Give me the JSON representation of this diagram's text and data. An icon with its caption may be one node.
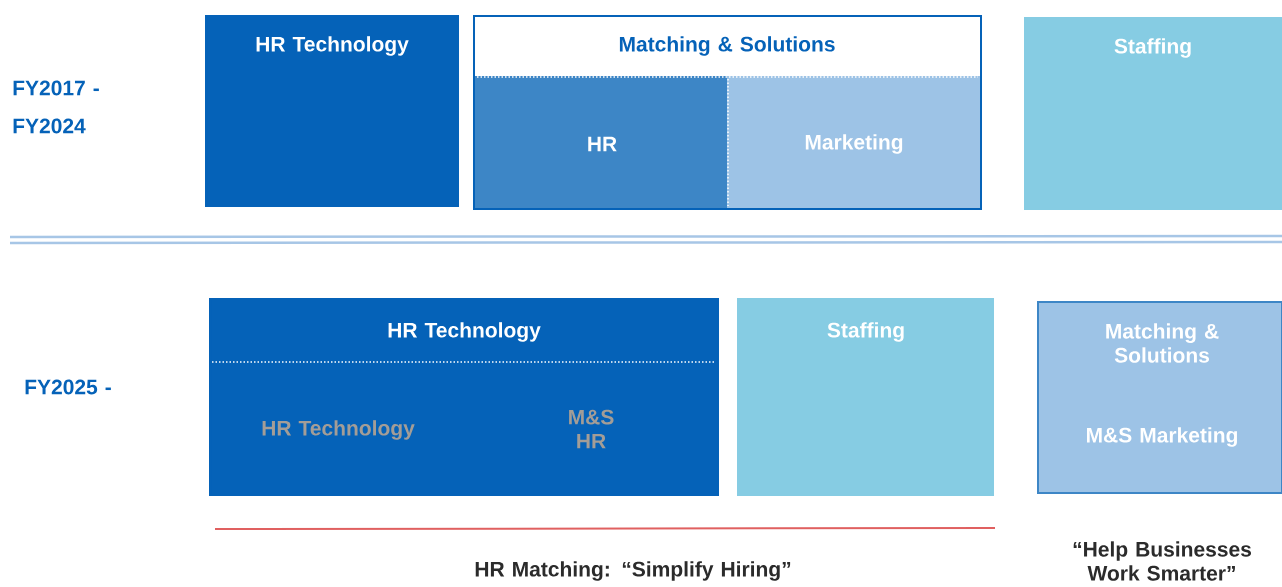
{
  "diagram": {
    "nodes": [
      {
        "text": [
          "HR Technology"
        ]
      },
      {
        "text": [
          "Matching & Solutions"
        ]
      },
      {
        "text": [
          "HR"
        ],
        "in": 1
      },
      {
        "text": [
          "Marketing"
        ],
        "in": 1
      },
      {
        "text": [
          "Staffing"
        ]
      },
      {
        "text": [
          "HR Technology",
          "HR Technology",
          "M&S HR"
        ]
      },
      {
        "text": [
          "Staffing"
        ]
      },
      {
        "text": [
          "Matching & Solutions",
          "M&S Marketing"
        ]
      }
    ],
    "labels": [
      "FY2017 - FY2024",
      "FY2025 -",
      "HR Matching: “Simplify Hiring”",
      "“Help Businesses Work Smarter”"
    ]
  }
}
